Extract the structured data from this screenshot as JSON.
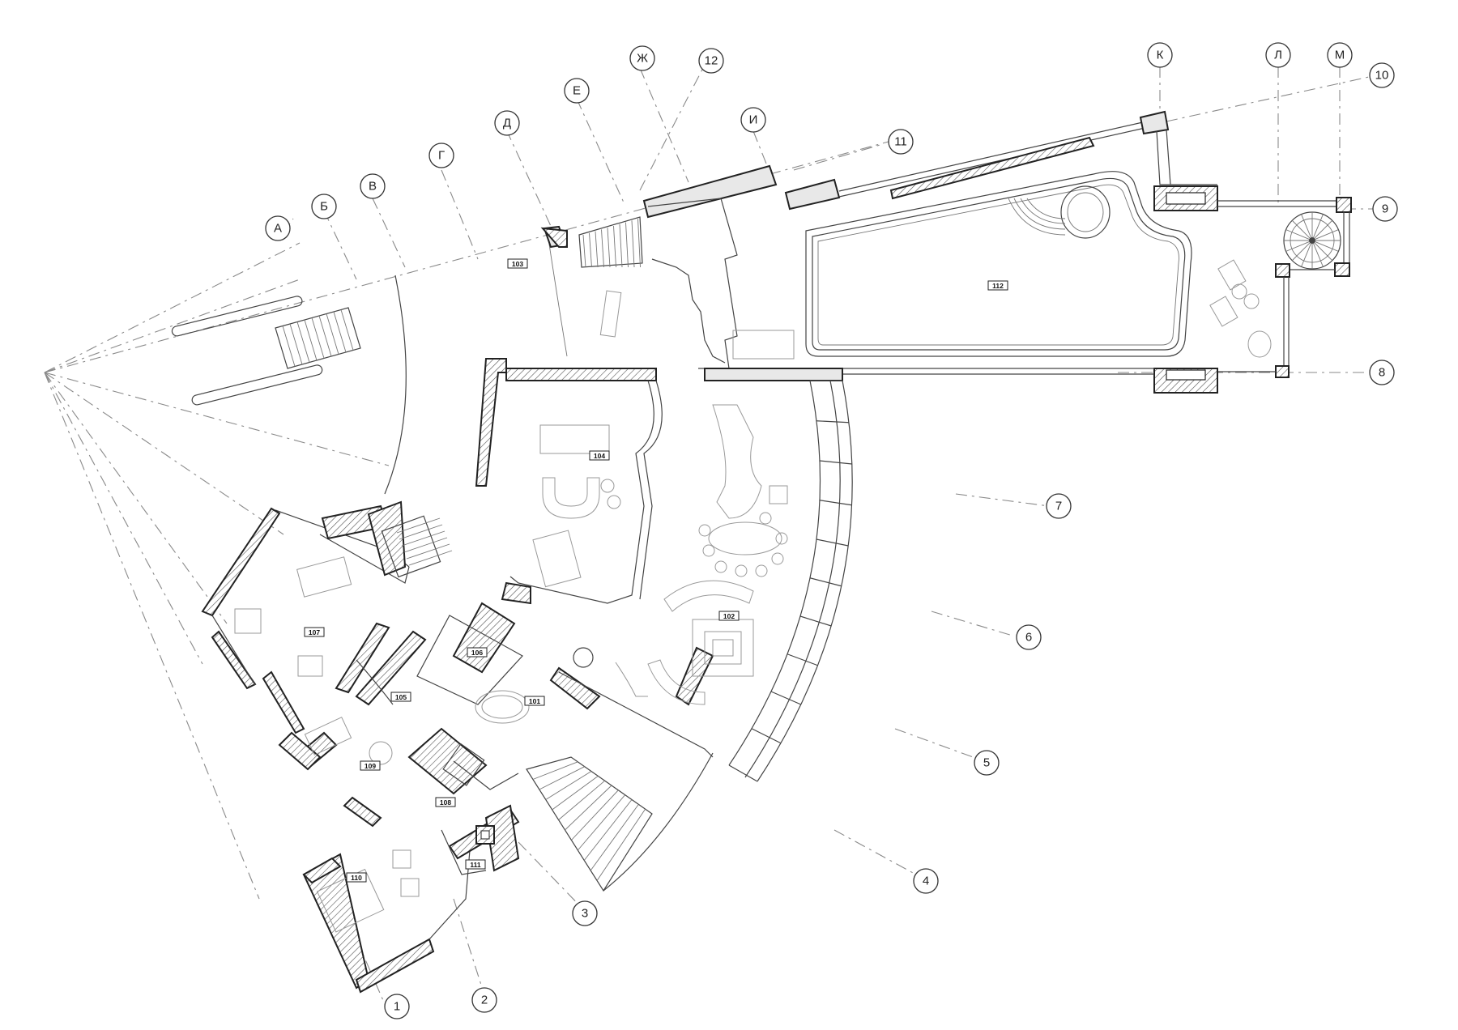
{
  "axes_numeric": [
    "1",
    "2",
    "3",
    "4",
    "5",
    "6",
    "7",
    "8",
    "9",
    "10",
    "11",
    "12"
  ],
  "axes_letters": [
    "А",
    "Б",
    "В",
    "Г",
    "Д",
    "Е",
    "Ж",
    "И",
    "К",
    "Л",
    "М"
  ],
  "rooms": [
    "101",
    "102",
    "103",
    "104",
    "105",
    "106",
    "107",
    "108",
    "109",
    "110",
    "111",
    "112"
  ]
}
